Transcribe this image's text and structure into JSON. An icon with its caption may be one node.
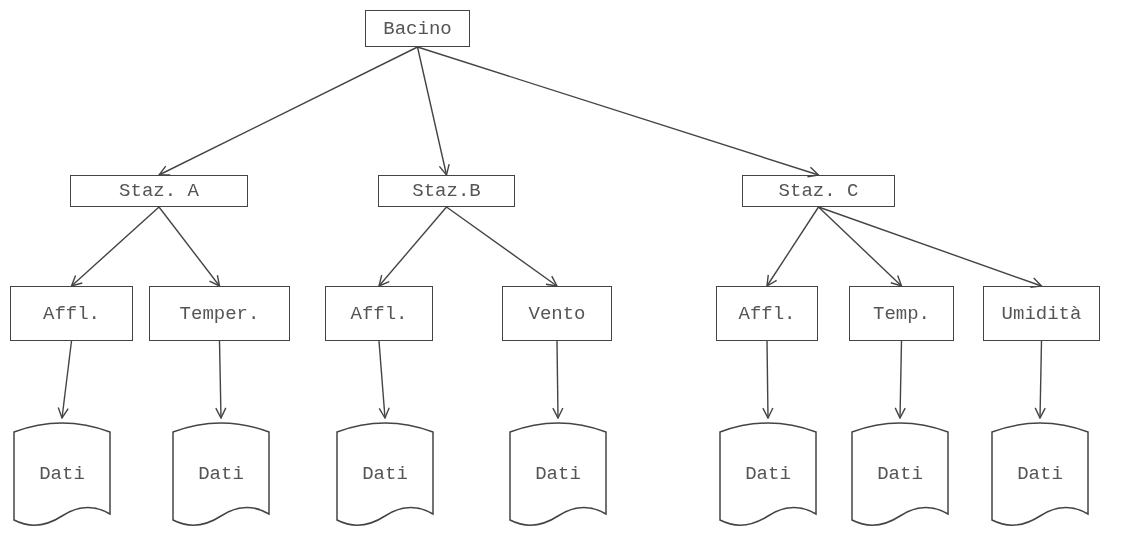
{
  "diagram": {
    "nodes": [
      {
        "text": [
          "Bacino"
        ]
      },
      {
        "text": [
          "Staz. A"
        ]
      },
      {
        "text": [
          "Staz.B"
        ]
      },
      {
        "text": [
          "Staz. C"
        ]
      },
      {
        "text": [
          "Affl."
        ]
      },
      {
        "text": [
          "Temper."
        ]
      },
      {
        "text": [
          "Affl."
        ]
      },
      {
        "text": [
          "Vento"
        ]
      },
      {
        "text": [
          "Affl."
        ]
      },
      {
        "text": [
          "Temp."
        ]
      },
      {
        "text": [
          "Umidità"
        ]
      },
      {
        "text": [
          "Dati"
        ]
      },
      {
        "text": [
          "Dati"
        ]
      },
      {
        "text": [
          "Dati"
        ]
      },
      {
        "text": [
          "Dati"
        ]
      },
      {
        "text": [
          "Dati"
        ]
      },
      {
        "text": [
          "Dati"
        ]
      },
      {
        "text": [
          "Dati"
        ]
      }
    ],
    "edges": [
      {
        "from": 0,
        "to": 1,
        "arrow": "to"
      },
      {
        "from": 0,
        "to": 2,
        "arrow": "to"
      },
      {
        "from": 0,
        "to": 3,
        "arrow": "to"
      },
      {
        "from": 1,
        "to": 4,
        "arrow": "to"
      },
      {
        "from": 1,
        "to": 5,
        "arrow": "to"
      },
      {
        "from": 2,
        "to": 6,
        "arrow": "to"
      },
      {
        "from": 2,
        "to": 7,
        "arrow": "to"
      },
      {
        "from": 3,
        "to": 8,
        "arrow": "to"
      },
      {
        "from": 3,
        "to": 9,
        "arrow": "to"
      },
      {
        "from": 3,
        "to": 10,
        "arrow": "to"
      },
      {
        "from": 4,
        "to": 11,
        "arrow": "to"
      },
      {
        "from": 5,
        "to": 12,
        "arrow": "to"
      },
      {
        "from": 6,
        "to": 13,
        "arrow": "to"
      },
      {
        "from": 7,
        "to": 14,
        "arrow": "to"
      },
      {
        "from": 8,
        "to": 15,
        "arrow": "to"
      },
      {
        "from": 9,
        "to": 16,
        "arrow": "to"
      },
      {
        "from": 10,
        "to": 17,
        "arrow": "to"
      }
    ]
  }
}
